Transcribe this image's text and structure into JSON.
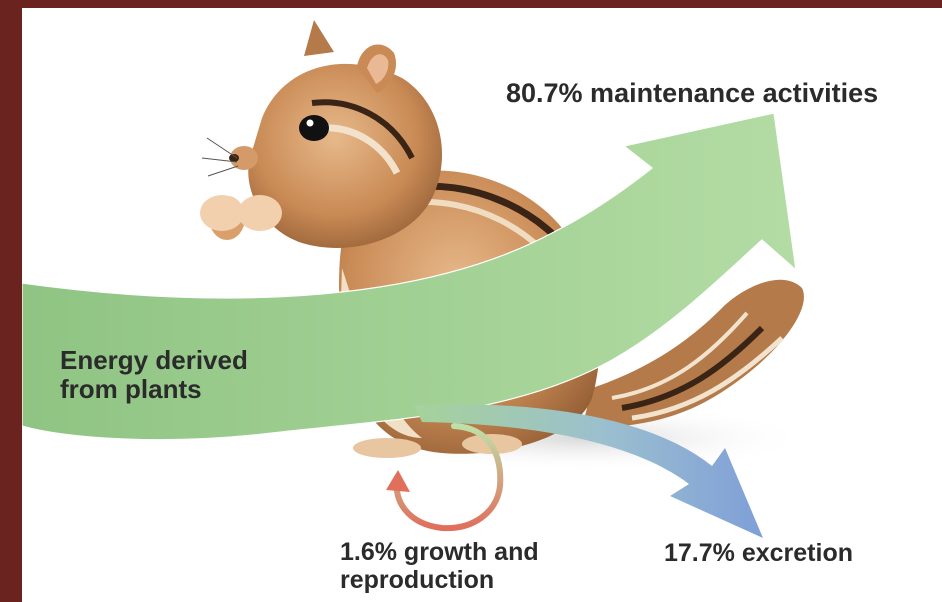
{
  "labels": {
    "maintenance": "80.7% maintenance activities",
    "source_line1": "Energy derived",
    "source_line2": "from plants",
    "growth_line1": "1.6% growth and",
    "growth_line2": "reproduction",
    "excretion": "17.7% excretion"
  },
  "flows": [
    {
      "label": "maintenance activities",
      "percent": 80.7
    },
    {
      "label": "excretion",
      "percent": 17.7
    },
    {
      "label": "growth and reproduction",
      "percent": 1.6
    }
  ],
  "colors": {
    "frame": "#6b2320",
    "maintenance_arrow": "#a9d49b",
    "excretion_arrow": "#8aa8d8",
    "growth_arrow": "#e27563",
    "text": "#2b2b2b"
  }
}
